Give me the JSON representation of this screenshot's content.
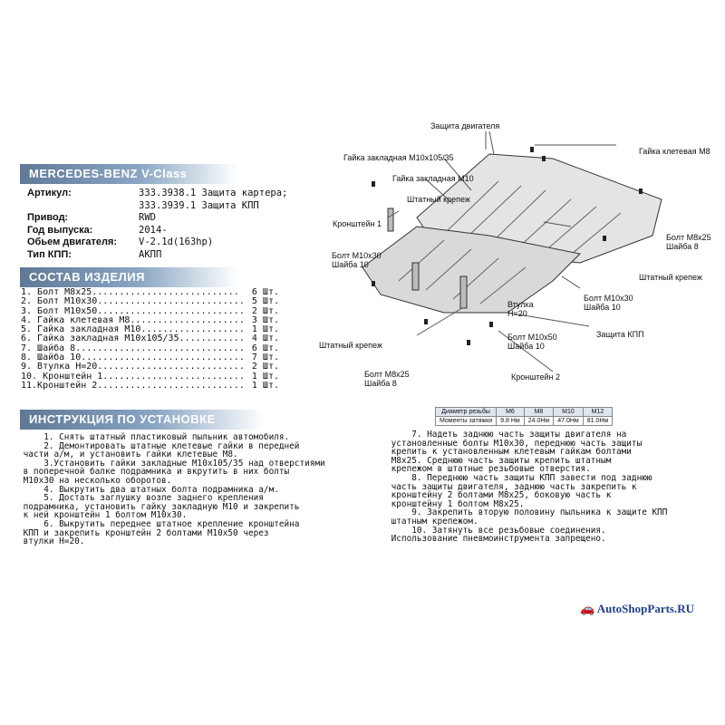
{
  "header": {
    "title": "MERCEDES-BENZ V-Class"
  },
  "spec": [
    {
      "key": "Артикул:",
      "value": "333.3938.1 Защита картера;"
    },
    {
      "key": "",
      "value": "333.3939.1 Защита КПП"
    },
    {
      "key": "Привод:",
      "value": "RWD"
    },
    {
      "key": "Год выпуска:",
      "value": "2014-"
    },
    {
      "key": "Обьем двигателя:",
      "value": "V-2.1d(163hp)"
    },
    {
      "key": "Тип КПП:",
      "value": "АКПП"
    }
  ],
  "composition": {
    "title": "СОСТАВ ИЗДЕЛИЯ",
    "items": [
      {
        "name": "1. Болт М8х25...........................",
        "qty": "6 Шт."
      },
      {
        "name": "2. Болт М10х30...........................",
        "qty": "5 Шт."
      },
      {
        "name": "3. Болт М10х50...........................",
        "qty": "2 Шт."
      },
      {
        "name": "4. Гайка клетевая М8.....................",
        "qty": "3 Шт."
      },
      {
        "name": "5. Гайка закладная М10...................",
        "qty": "1 Шт."
      },
      {
        "name": "6. Гайка закладная М10х105/35............",
        "qty": "4 Шт."
      },
      {
        "name": "7. Шайба 8...............................",
        "qty": "6 Шт."
      },
      {
        "name": "8. Шайба 10..............................",
        "qty": "7 Шт."
      },
      {
        "name": "9. Втулка Н=20...........................",
        "qty": "2 Шт."
      },
      {
        "name": "10. Кронштейн 1..........................",
        "qty": "1 Шт."
      },
      {
        "name": "11.Кронштейн 2...........................",
        "qty": "1 Шт."
      }
    ]
  },
  "instructions": {
    "title": "ИНСТРУКЦИЯ ПО УСТАНОВКЕ",
    "left": "     1. Снять штатный пластиковый пыльник автомобиля.\n     2. Демонтировать штатные клетевые гайки в передней\n части а/м, и установить гайки клетевые М8.\n     3.Установить гайки закладные М10х105/35 над отверстиями\n в поперечной балке подрамника и вкрутить в них болты\n М10х30 на несколько оборотов.\n     4. Выкрутить два штатных болта подрамника а/м.\n     5. Достать заглушку возле заднего крепления\n подрамника, установить гайку закладную М10 и закрепить\n к ней кронштейн 1 болтом М10х30.\n     6. Выкрутить переднее штатное крепление кронштейна\n КПП и закрепить кронштейн 2 болтами М10х50 через\n втулки Н=20.",
    "right": "     7. Надеть заднюю часть защиты двигателя на\n установленные болты М10х30, переднюю часть защиты\n крепить к установленным клетевым гайкам болтами\n М8х25. Среднюю часть защиты крепить штатным\n крепежом в штатные резьбовые отверстия.\n     8. Переднюю часть защиты КПП завести под заднюю\n часть защиты двигателя, заднюю часть закрепить к\n кронштейну 2 болтами М8х25, боковую часть к\n кронштейну 1 болтом М8х25.\n     9. Закрепить вторую половину пыльника к защите КПП\n штатным крепежом.\n     10. Затянуть все резьбовые соединения.\n Использование пневмоинструмента запрещено."
  },
  "torque_table": {
    "rows": [
      [
        "Диаметр резьбы",
        "М6",
        "М8",
        "М10",
        "М12"
      ],
      [
        "Моменты затяжки",
        "9.8 Нм",
        "24.0Нм",
        "47.0Нм",
        "81.0Нм"
      ]
    ]
  },
  "diagram_labels": {
    "engine_guard": "Защита двигателя",
    "cage_nut": "Гайка клетевая М8",
    "insert_nut_long": "Гайка закладная М10х105/35",
    "insert_nut": "Гайка закладная М10",
    "std_fastener_1": "Штатный крепеж",
    "bracket1": "Кронштейн 1",
    "bolt_m10x30_left": "Болт М10х30\nШайба 10",
    "bolt_m8x25_right": "Болт М8х25\nШайба 8",
    "std_fastener_2": "Штатный крепеж",
    "bolt_m10x30_right": "Болт М10х30\nШайба 10",
    "sleeve": "Втулка\nН=20",
    "gearbox_guard": "Защита КПП",
    "bolt_m10x50": "Болт М10х50\nШайба 10",
    "std_fastener_3": "Штатный крепеж",
    "bolt_m8x25_bottom": "Болт М8х25\nШайба 8",
    "bracket2": "Кронштейн 2"
  },
  "logo": {
    "text": "AutoShopParts.RU"
  }
}
